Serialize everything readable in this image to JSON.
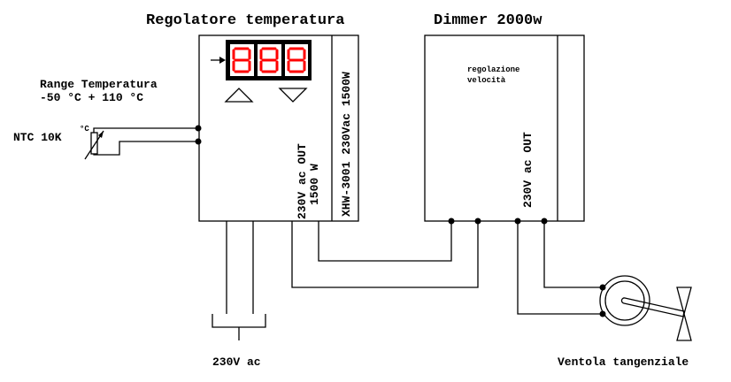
{
  "titles": {
    "regulator": "Regolatore temperatura",
    "dimmer": "Dimmer 2000w"
  },
  "sensor": {
    "range_line1": "Range Temperatura",
    "range_line2": "-50 °C + 110 °C",
    "ntc_label": "NTC 10K",
    "unit_label": "°C"
  },
  "regulator": {
    "display_digits": "888",
    "display_color": "#ff0000",
    "model_label": "XHW-3001 230Vac 1500W",
    "out_line1": "230V ac OUT",
    "out_line2": "1500 W",
    "up_button": "up-arrow",
    "down_button": "down-arrow"
  },
  "dimmer": {
    "desc_line1": "regolazione",
    "desc_line2": "velocità",
    "out_label": "230V ac OUT"
  },
  "power": {
    "label": "230V ac"
  },
  "fan": {
    "label": "Ventola tangenziale"
  }
}
